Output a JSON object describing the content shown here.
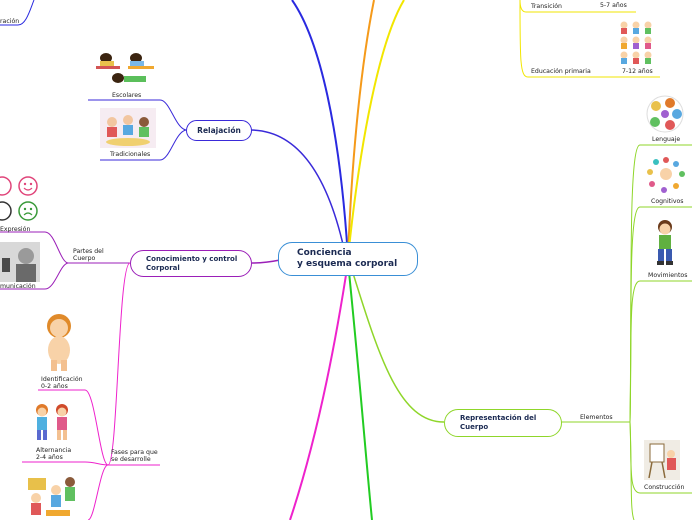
{
  "central": {
    "title": "Conciencia\ny esquema corporal"
  },
  "topics": {
    "relajacion": "Relajación",
    "conocimiento": "Conocimiento y control\nCorporal",
    "representacion": "Representación del\nCuerpo"
  },
  "relajacion_items": {
    "escolares": "Escolares",
    "tradicionales": "Tradicionales"
  },
  "conocimiento_items": {
    "partes": "Partes del\nCuerpo",
    "expresion": "Expresión",
    "comunicacion": "municación",
    "fases": "Fases para que\nse desarrolle",
    "identificacion": "Identificación\n0-2 años",
    "alternancia": "Alternancia\n2-4 años",
    "top_cut": "ración"
  },
  "representacion_items": {
    "elementos": "Elementos",
    "lenguaje": "Lenguaje",
    "cognitivos": "Cognitivos",
    "movimientos": "Movimientos",
    "construccion": "Construcción"
  },
  "top_right_items": {
    "transicion": "Transición",
    "age_5_7": "5-7 años",
    "educacion_primaria": "Educación primaria",
    "age_7_12": "7-12 años"
  },
  "colors": {
    "central_border": "#3a8fd6",
    "relajacion": "#3a2ad9",
    "conocimiento": "#9b1fb8",
    "representacion": "#8fd62a",
    "top_right": "#f2e600",
    "orange": "#f59a1a",
    "blue": "#2a2ae0",
    "magenta": "#ee22cc",
    "green": "#22cc22"
  }
}
